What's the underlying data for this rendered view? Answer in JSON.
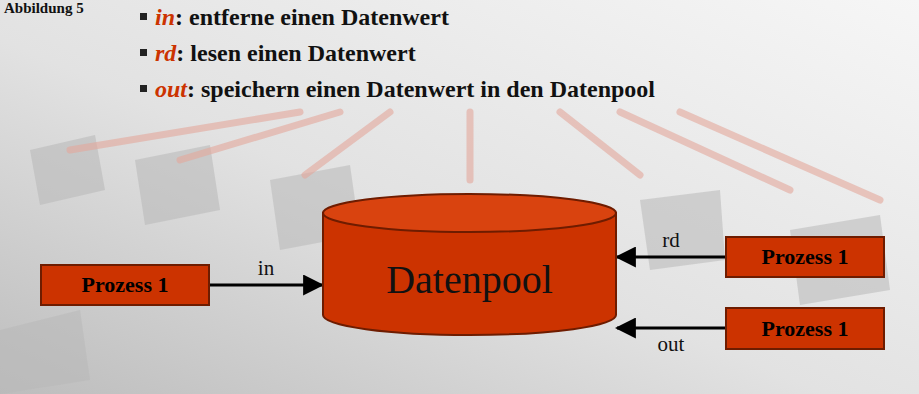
{
  "diagram": {
    "title": "Abbildung 5",
    "nodes": [
      {
        "text": [
          "Prozess 1"
        ]
      },
      {
        "text": [
          "Datenpool"
        ]
      },
      {
        "text": [
          "Prozess 1"
        ]
      },
      {
        "text": [
          "Prozess 1"
        ]
      }
    ],
    "edges": [
      {
        "from": 0,
        "to": 1,
        "label": "in",
        "arrow": "to"
      },
      {
        "from": 2,
        "to": 1,
        "label": "rd",
        "arrow": "to"
      },
      {
        "from": 3,
        "to": 1,
        "label": "out",
        "arrow": "to"
      }
    ],
    "labels": [
      "in",
      ": entferne einen Datenwert",
      "rd",
      ": lesen einen Datenwert",
      "out",
      ": speichern einen Datenwert in den Datenpool"
    ]
  }
}
